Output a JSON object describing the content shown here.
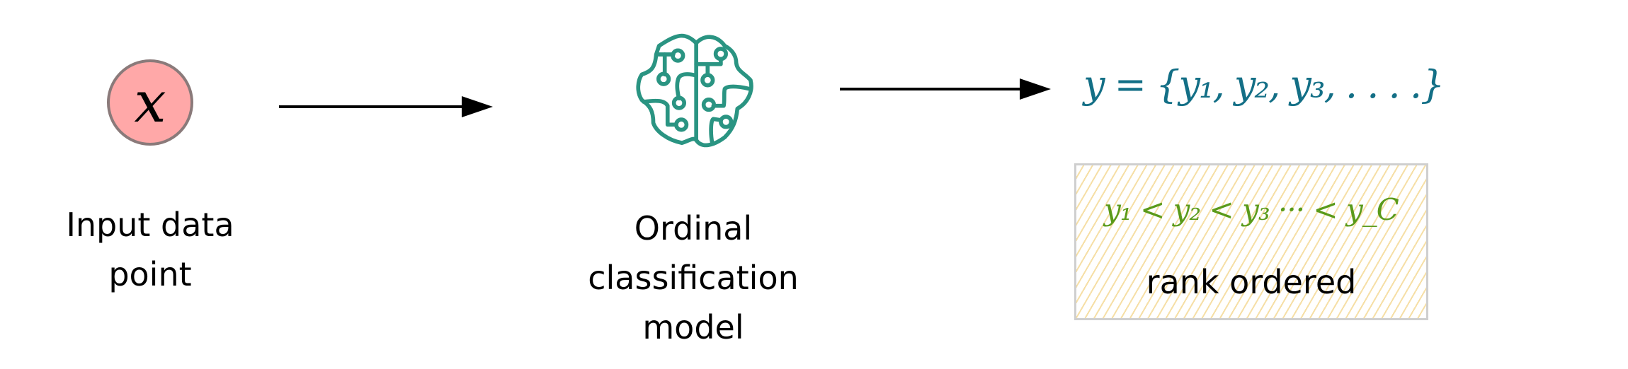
{
  "input": {
    "symbol": "x",
    "label_line1": "Input data",
    "label_line2": "point"
  },
  "model": {
    "icon": "brain-circuit-icon",
    "label_line1": "Ordinal",
    "label_line2": "classification",
    "label_line3": "model"
  },
  "output": {
    "formula": "y = {y₁, y₂, y₃, . . . .}",
    "order_formula": "y₁ < y₂ < y₃ ··· < y_C",
    "order_label": "rank ordered"
  },
  "colors": {
    "input_fill": "#ffa8a8",
    "brain": "#2a9482",
    "formula": "#136f86",
    "order": "#5a9a1a",
    "hatch": "#f6dfa6"
  }
}
